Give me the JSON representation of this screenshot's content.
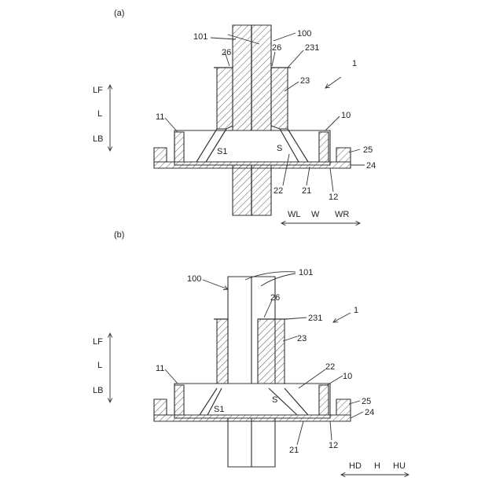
{
  "figures": [
    {
      "panel_label": "(a)",
      "labels": {
        "r101": "101",
        "r100": "100",
        "r26a": "26",
        "r26b": "26",
        "r231": "231",
        "r1": "1",
        "r23": "23",
        "r11": "11",
        "r10": "10",
        "rS1": "S1",
        "rS": "S",
        "r25": "25",
        "r24": "24",
        "r22": "22",
        "r21": "21",
        "r12": "12"
      },
      "vertical_axis": {
        "top": "LF",
        "middle": "L",
        "bottom": "LB"
      },
      "horizontal_axis": {
        "left": "WL",
        "middle": "W",
        "right": "WR"
      }
    },
    {
      "panel_label": "(b)",
      "labels": {
        "r100": "100",
        "r101": "101",
        "r26": "26",
        "r231": "231",
        "r1": "1",
        "r23": "23",
        "r22": "22",
        "r11": "11",
        "r10": "10",
        "rS1": "S1",
        "rS": "S",
        "r25": "25",
        "r24": "24",
        "r21": "21",
        "r12": "12"
      },
      "vertical_axis": {
        "top": "LF",
        "middle": "L",
        "bottom": "LB"
      },
      "horizontal_axis": {
        "left": "HD",
        "middle": "H",
        "right": "HU"
      }
    }
  ]
}
